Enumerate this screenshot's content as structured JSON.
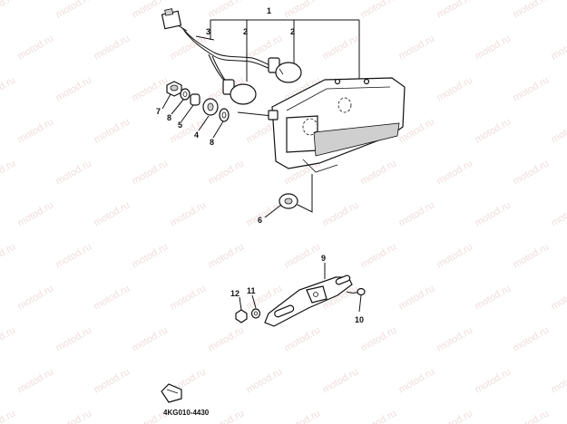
{
  "diagram": {
    "code": "4KG010-4430",
    "watermark": "motod.ru",
    "callouts": {
      "c1": "1",
      "c2a": "2",
      "c2b": "2",
      "c3": "3",
      "c4": "4",
      "c5": "5",
      "c6": "6",
      "c7": "7",
      "c8a": "8",
      "c8b": "8",
      "c9": "9",
      "c10": "10",
      "c11": "11",
      "c12": "12"
    },
    "colors": {
      "line": "#111111",
      "watermark": "#e3c3c3"
    }
  }
}
